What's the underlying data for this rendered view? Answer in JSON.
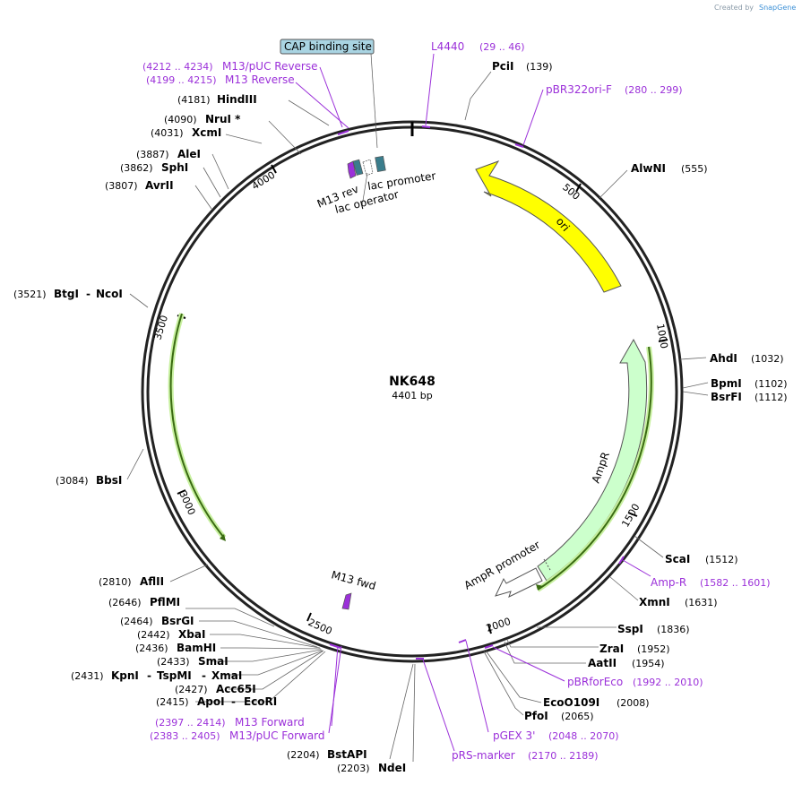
{
  "credit": {
    "prefix": "Created by",
    "brand": "SnapGene"
  },
  "plasmid": {
    "name": "NK648",
    "length_label": "4401 bp"
  },
  "ticks": [
    "500",
    "1000",
    "1500",
    "2000",
    "2500",
    "3000",
    "3500",
    "4000"
  ],
  "features": {
    "ori": "ori",
    "ampr": "AmpR",
    "ampr_promoter": "AmpR promoter",
    "lac_promoter": "lac promoter",
    "lac_operator": "lac operator",
    "m13_rev": "M13 rev",
    "m13_fwd": "M13 fwd",
    "cap_site": "CAP binding site"
  },
  "enzymes": [
    {
      "name": "PciI",
      "pos": "(139)"
    },
    {
      "name": "AlwNI",
      "pos": "(555)"
    },
    {
      "name": "AhdI",
      "pos": "(1032)"
    },
    {
      "name": "BpmI",
      "pos": "(1102)"
    },
    {
      "name": "BsrFI",
      "pos": "(1112)"
    },
    {
      "name": "ScaI",
      "pos": "(1512)"
    },
    {
      "name": "XmnI",
      "pos": "(1631)"
    },
    {
      "name": "SspI",
      "pos": "(1836)"
    },
    {
      "name": "ZraI",
      "pos": "(1952)"
    },
    {
      "name": "AatII",
      "pos": "(1954)"
    },
    {
      "name": "EcoO109I",
      "pos": "(2008)"
    },
    {
      "name": "PfoI",
      "pos": "(2065)"
    },
    {
      "name": "BstAPI",
      "pos": "(2204)"
    },
    {
      "name": "NdeI",
      "pos": "(2203)"
    },
    {
      "name": "ApoI",
      "pos": "(2415)",
      "name2": "EcoRI"
    },
    {
      "name": "Acc65I",
      "pos": "(2427)"
    },
    {
      "name": "KpnI",
      "pos": "(2431)",
      "name2": "TspMI",
      "name3": "XmaI"
    },
    {
      "name": "SmaI",
      "pos": "(2433)"
    },
    {
      "name": "BamHI",
      "pos": "(2436)"
    },
    {
      "name": "XbaI",
      "pos": "(2442)"
    },
    {
      "name": "BsrGI",
      "pos": "(2464)"
    },
    {
      "name": "PflMI",
      "pos": "(2646)"
    },
    {
      "name": "AflII",
      "pos": "(2810)"
    },
    {
      "name": "BbsI",
      "pos": "(3084)"
    },
    {
      "name": "BtgI",
      "pos": "(3521)",
      "name2": "NcoI"
    },
    {
      "name": "AvrII",
      "pos": "(3807)"
    },
    {
      "name": "SphI",
      "pos": "(3862)"
    },
    {
      "name": "AleI",
      "pos": "(3887)"
    },
    {
      "name": "XcmI",
      "pos": "(4031)"
    },
    {
      "name": "NruI *",
      "pos": "(4090)"
    },
    {
      "name": "HindIII",
      "pos": "(4181)"
    }
  ],
  "primers": [
    {
      "name": "L4440",
      "pos": "(29 .. 46)"
    },
    {
      "name": "pBR322ori-F",
      "pos": "(280 .. 299)"
    },
    {
      "name": "Amp-R",
      "pos": "(1582 .. 1601)"
    },
    {
      "name": "pBRforEco",
      "pos": "(1992 .. 2010)"
    },
    {
      "name": "pGEX 3'",
      "pos": "(2048 .. 2070)"
    },
    {
      "name": "pRS-marker",
      "pos": "(2170 .. 2189)"
    },
    {
      "name": "M13 Forward",
      "pos": "(2397 .. 2414)"
    },
    {
      "name": "M13/pUC Forward",
      "pos": "(2383 .. 2405)"
    },
    {
      "name": "M13/pUC Reverse",
      "pos": "(4212 .. 4234)"
    },
    {
      "name": "M13 Reverse",
      "pos": "(4199 .. 4215)"
    }
  ],
  "colors": {
    "ori": "#ffff00",
    "ampr": "#ccffcc",
    "primer": "#9b30d9",
    "lac": "#3a7d8c",
    "cap_box": "#a9d4e2",
    "orf_line": "#4a7a1a"
  }
}
